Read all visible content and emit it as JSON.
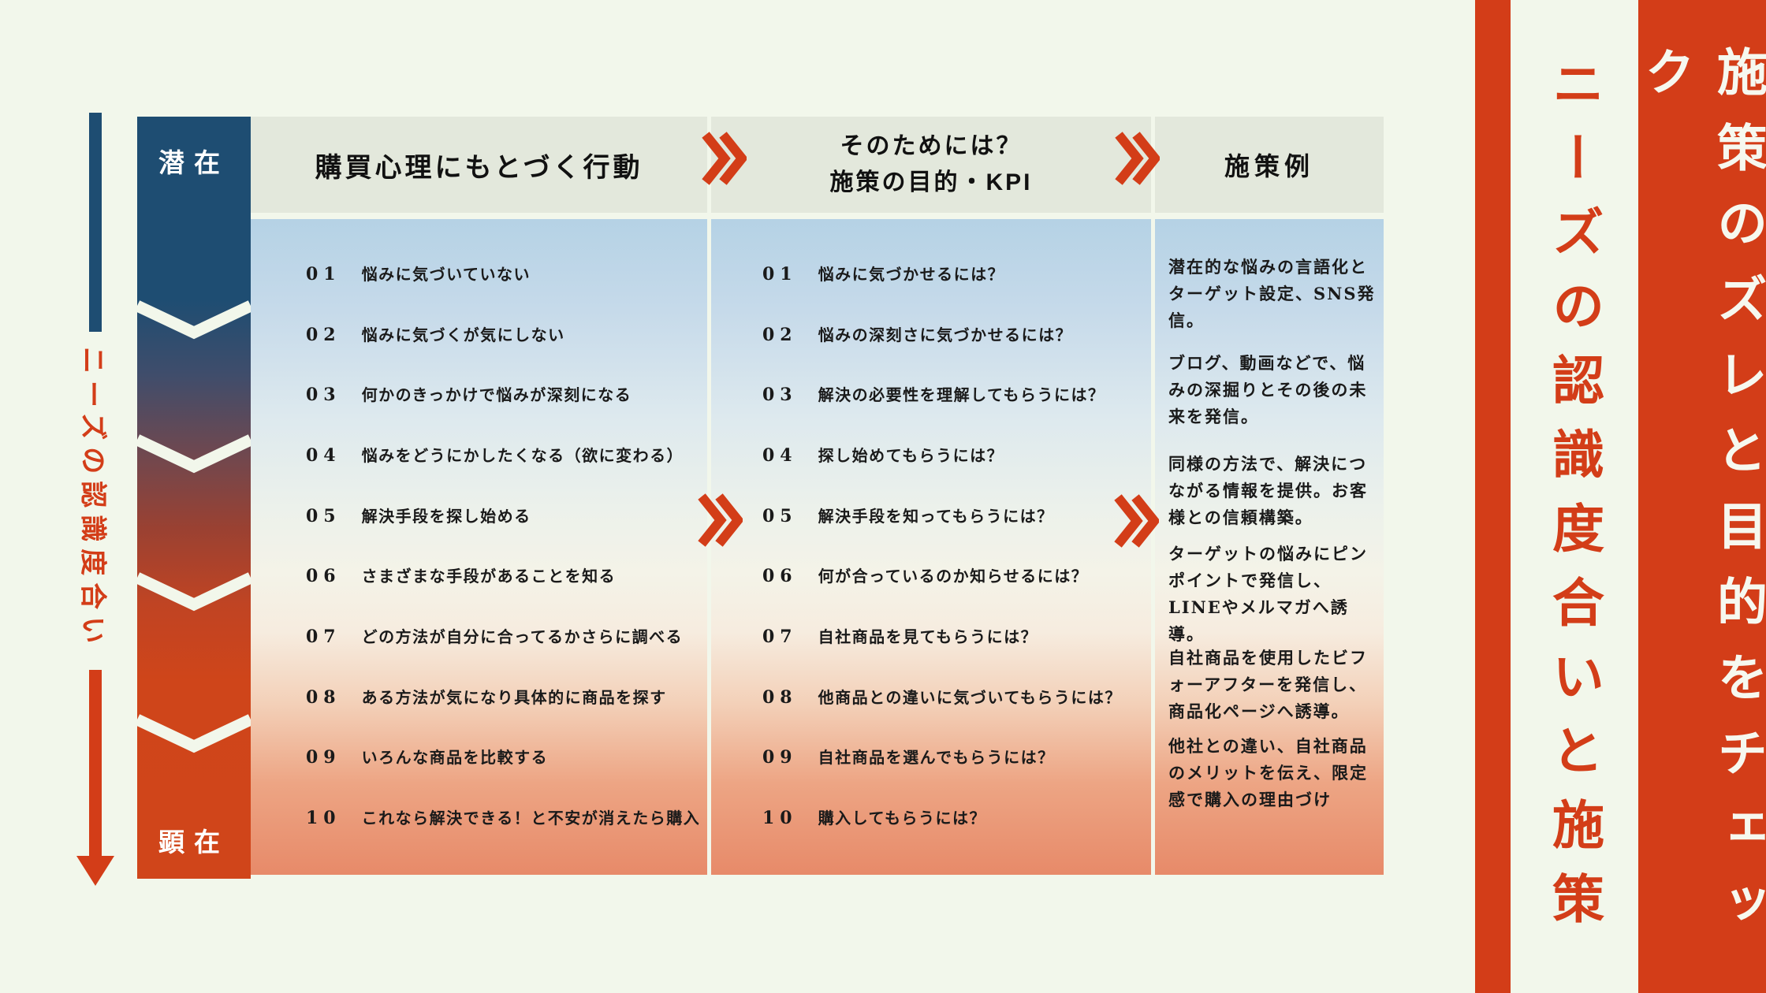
{
  "page": {
    "bg": "#f2f7eb",
    "accent": "#d33d18",
    "blue": "#1e4d72",
    "header_bg": "#e3e8dc"
  },
  "left_axis": {
    "label": "ニーズの認識度合い",
    "top_label": "潜在",
    "bottom_label": "顕在"
  },
  "table": {
    "headers": {
      "col1": "購買心理にもとづく行動",
      "col2_line1": "そのためには？",
      "col2_line2": "施策の目的・KPI",
      "col3": "施策例"
    },
    "rows": [
      {
        "no": "01",
        "action": "悩みに気づいていない",
        "kpi": "悩みに気づかせるには？"
      },
      {
        "no": "02",
        "action": "悩みに気づくが気にしない",
        "kpi": "悩みの深刻さに気づかせるには？"
      },
      {
        "no": "03",
        "action": "何かのきっかけで悩みが深刻になる",
        "kpi": "解決の必要性を理解してもらうには？"
      },
      {
        "no": "04",
        "action": "悩みをどうにかしたくなる（欲に変わる）",
        "kpi": "探し始めてもらうには？"
      },
      {
        "no": "05",
        "action": "解決手段を探し始める",
        "kpi": "解決手段を知ってもらうには？"
      },
      {
        "no": "06",
        "action": "さまざまな手段があることを知る",
        "kpi": "何が合っているのか知らせるには？"
      },
      {
        "no": "07",
        "action": "どの方法が自分に合ってるかさらに調べる",
        "kpi": "自社商品を見てもらうには？"
      },
      {
        "no": "08",
        "action": "ある方法が気になり具体的に商品を探す",
        "kpi": "他商品との違いに気づいてもらうには？"
      },
      {
        "no": "09",
        "action": "いろんな商品を比較する",
        "kpi": "自社商品を選んでもらうには？"
      },
      {
        "no": "10",
        "action": "これなら解決できる！と不安が消えたら購入",
        "kpi": "購入してもらうには？"
      }
    ],
    "examples": [
      "潜在的な悩みの言語化とターゲット設定、SNS発信。",
      "ブログ、動画などで、悩みの深掘りとその後の未来を発信。",
      "同様の方法で、解決につながる情報を提供。お客様との信頼構築。",
      "ターゲットの悩みにピンポイントで発信し、LINEやメルマガへ誘導。",
      "自社商品を使用したビフォーアフターを発信し、商品化ページへ誘導。",
      "他社との違い、自社商品のメリットを伝え、限定感で購入の理由づけ"
    ]
  },
  "right_banners": {
    "inner": "ニーズの認識度合いと施策",
    "outer": "施策のズレと目的をチェック"
  }
}
